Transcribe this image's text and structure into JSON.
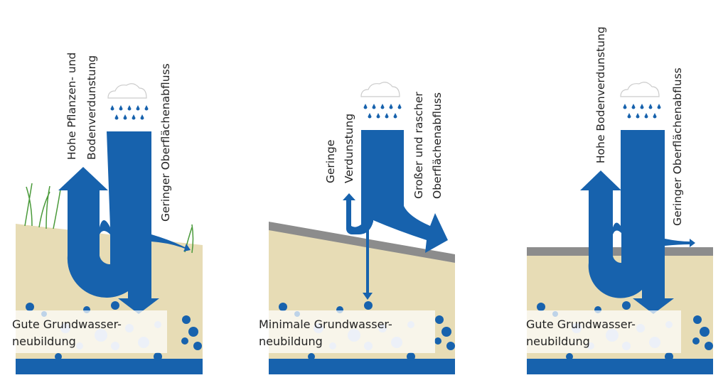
{
  "colors": {
    "water": "#1762ad",
    "soil": "#e7dcb5",
    "paving": "#8c8c8c",
    "label_bg": "#ffffff"
  },
  "panels": [
    {
      "name": "meadow",
      "labels": {
        "evaporation_1": "Hohe Pflanzen- und",
        "evaporation_2": "Bodenverdunstung",
        "runoff": "Geringer Oberflächenabfluss",
        "recharge_1": "Gute Grundwasser-",
        "recharge_2": "neubildung"
      }
    },
    {
      "name": "sealed",
      "labels": {
        "evaporation_1": "Geringe",
        "evaporation_2": "Verdunstung",
        "runoff_1": "Großer und rascher",
        "runoff_2": "Oberflächenabfluss",
        "recharge_1": "Minimale Grundwasser-",
        "recharge_2": "neubildung"
      }
    },
    {
      "name": "permeable-paving",
      "labels": {
        "evaporation": "Hohe Bodenverdunstung",
        "runoff": "Geringer Oberflächenabfluss",
        "recharge_1": "Gute Grundwasser-",
        "recharge_2": "neubildung"
      }
    }
  ]
}
